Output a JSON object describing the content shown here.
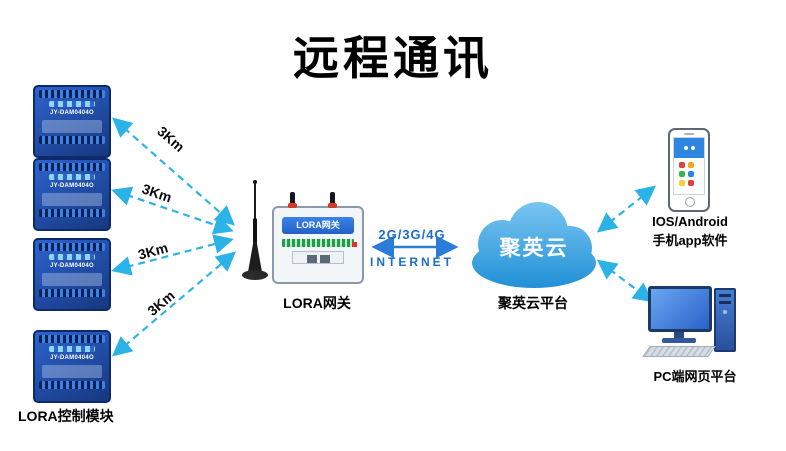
{
  "title": "远程通讯",
  "modules": {
    "group_label": "LORA控制模块",
    "device_text": "JY-DAM0404O"
  },
  "links": {
    "distances": [
      "3Km",
      "3Km",
      "3Km",
      "3Km"
    ]
  },
  "gateway": {
    "panel_text": "LORA网关",
    "caption": "LORA网关"
  },
  "internet_link": {
    "top": "2G/3G/4G",
    "bottom": "INTERNET"
  },
  "cloud": {
    "name": "聚英云",
    "caption": "聚英云平台"
  },
  "phone": {
    "caption_line1": "IOS/Android",
    "caption_line2": "手机app软件"
  },
  "pc": {
    "caption": "PC端网页平台"
  },
  "colors": {
    "arrow_cyan": "#2bb3e8",
    "link_blue": "#2b7bd8",
    "cloud_blue": "#2f97dd",
    "device_blue": "#1d49ac"
  }
}
